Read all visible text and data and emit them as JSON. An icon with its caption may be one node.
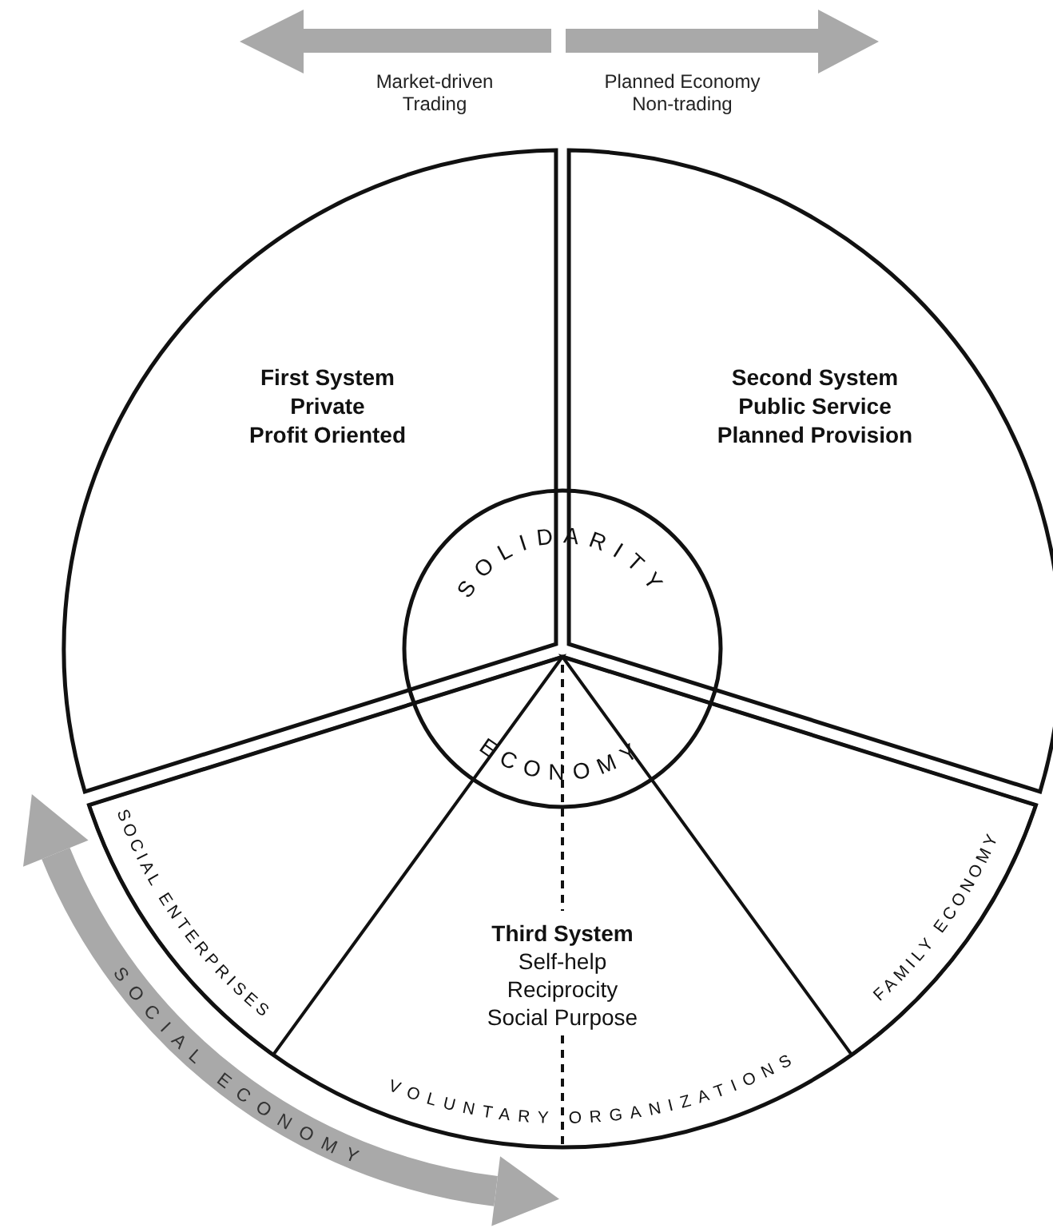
{
  "diagram": {
    "nodes": [
      {
        "text": [
          "First System",
          "Private",
          "Profit Oriented"
        ]
      },
      {
        "text": [
          "Second System",
          "Public Service",
          "Planned Provision"
        ]
      },
      {
        "text": [
          "Third System",
          "Self-help",
          "Reciprocity",
          "Social Purpose"
        ]
      },
      {
        "text": [
          "SOLIDARITY",
          "ECONOMY"
        ]
      },
      {
        "text": [
          "SOCIAL ENTERPRISES"
        ],
        "in": 2
      },
      {
        "text": [
          "VOLUNTARY ORGANIZATIONS"
        ],
        "in": 2
      },
      {
        "text": [
          "FAMILY ECONOMY"
        ],
        "in": 2
      }
    ],
    "labels": [
      "Market-driven Trading",
      "Planned Economy Non-trading",
      "SOCIAL ECONOMY"
    ]
  }
}
